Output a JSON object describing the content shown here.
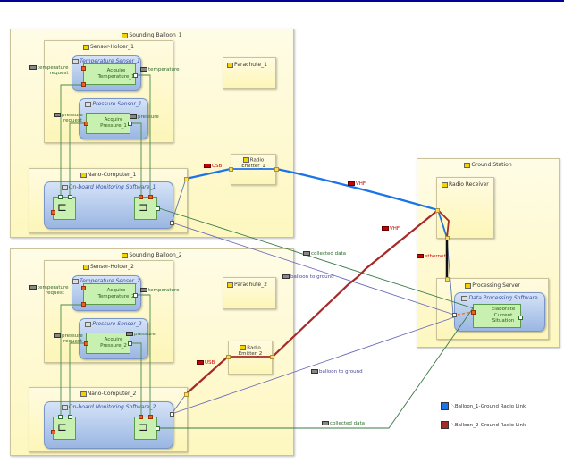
{
  "diagram": {
    "balloons": [
      {
        "name": "Sounding Balloon_1",
        "sensor_holder": "Sensor-Holder_1",
        "temp_sensor": "Temperature Sensor_1",
        "temp_fn": [
          "Acquire",
          "Temperature_1"
        ],
        "pressure_sensor": "Pressure Sensor_1",
        "pressure_fn": [
          "Acquire",
          "Pressure_1"
        ],
        "parachute": "Parachute_1",
        "nano": "Nano-Computer_1",
        "software": "On-board Monitoring Software_1",
        "emitter": [
          "Radio",
          "Emitter_1"
        ]
      },
      {
        "name": "Sounding Balloon_2",
        "sensor_holder": "Sensor-Holder_2",
        "temp_sensor": "Temperature Sensor_2",
        "temp_fn": [
          "Acquire",
          "Temperature_2"
        ],
        "pressure_sensor": "Pressure Sensor_2",
        "pressure_fn": [
          "Acquire",
          "Pressure_2"
        ],
        "parachute": "Parachute_2",
        "nano": "Nano-Computer_2",
        "software": "On-board Monitoring Software_2",
        "emitter": [
          "Radio",
          "Emitter_2"
        ]
      }
    ],
    "exchange_labels": {
      "temp_request": [
        "temperature",
        "request"
      ],
      "temperature": "temperature",
      "pressure_request": [
        "pressure",
        "request"
      ],
      "pressure": "pressure",
      "collected_data": "collected data",
      "balloon_to_ground": "balloon to ground"
    },
    "link_labels": {
      "usb": "USB",
      "vhf": "VHF",
      "ethernet": "ethernet"
    },
    "ground": {
      "name": "Ground Station",
      "receiver": "Radio Receiver",
      "server": "Processing Server",
      "software": "Data Processing Software",
      "fn": [
        "Elaborate",
        "Current",
        "Situation"
      ]
    },
    "legend": [
      {
        "label": "Balloon_1-Ground Radio Link",
        "color": "#1a73e8"
      },
      {
        "label": "Balloon_2-Ground Radio Link",
        "color": "#a52a2a"
      }
    ]
  }
}
